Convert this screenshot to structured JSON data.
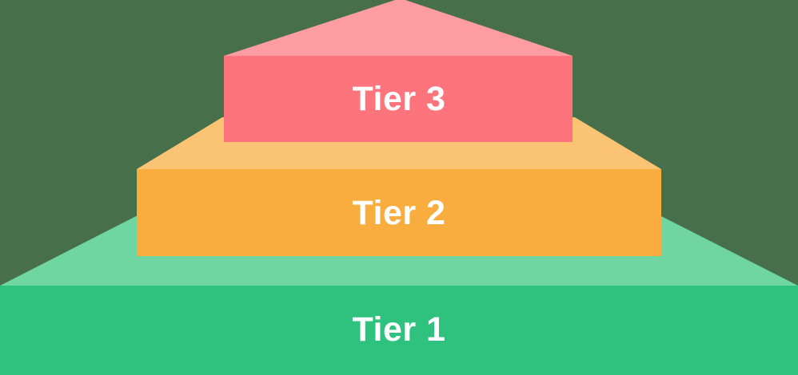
{
  "diagram": {
    "kind": "pyramid",
    "background_color": "#47704a",
    "label_color": "#ffffff",
    "tiers": [
      {
        "id": "tier-1",
        "label": "Tier 1",
        "level": 1,
        "position": "bottom",
        "front_color": "#2ec27e",
        "top_color": "#6fd5a1"
      },
      {
        "id": "tier-2",
        "label": "Tier 2",
        "level": 2,
        "position": "middle",
        "front_color": "#faad3f",
        "top_color": "#fbc475"
      },
      {
        "id": "tier-3",
        "label": "Tier 3",
        "level": 3,
        "position": "top",
        "front_color": "#fd747c",
        "top_color": "#fd9ca1"
      }
    ]
  }
}
